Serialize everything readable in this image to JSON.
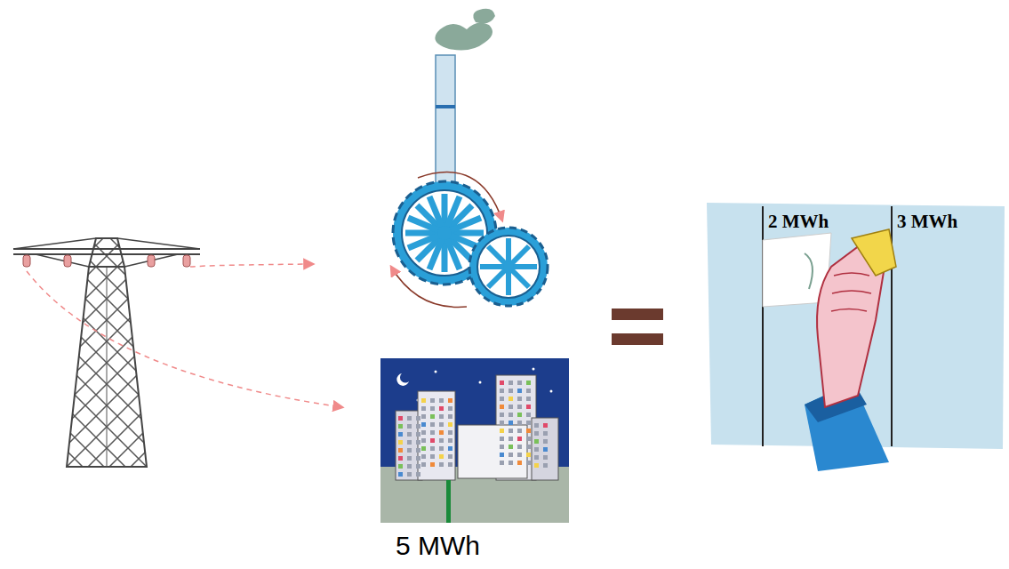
{
  "diagram": {
    "labels": [
      "5 MWh",
      "2 MWh",
      "3 MWh"
    ]
  }
}
